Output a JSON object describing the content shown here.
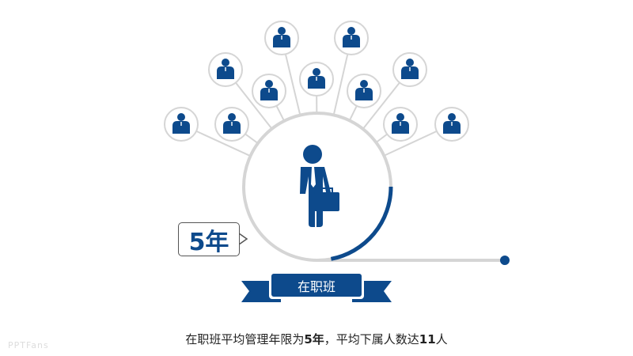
{
  "colors": {
    "accent": "#0d4a8c",
    "line": "#d5d5d5"
  },
  "callout": {
    "value": "5年"
  },
  "ribbon": {
    "label": "在职班"
  },
  "caption": {
    "prefix": "在职班平均管理年限为",
    "years": "5年",
    "middle": "，平均下属人数达",
    "count": "11",
    "suffix": "人"
  },
  "progress": {
    "arc_fraction": 0.22
  },
  "subordinates_count": 11,
  "watermark": "PPTFans"
}
